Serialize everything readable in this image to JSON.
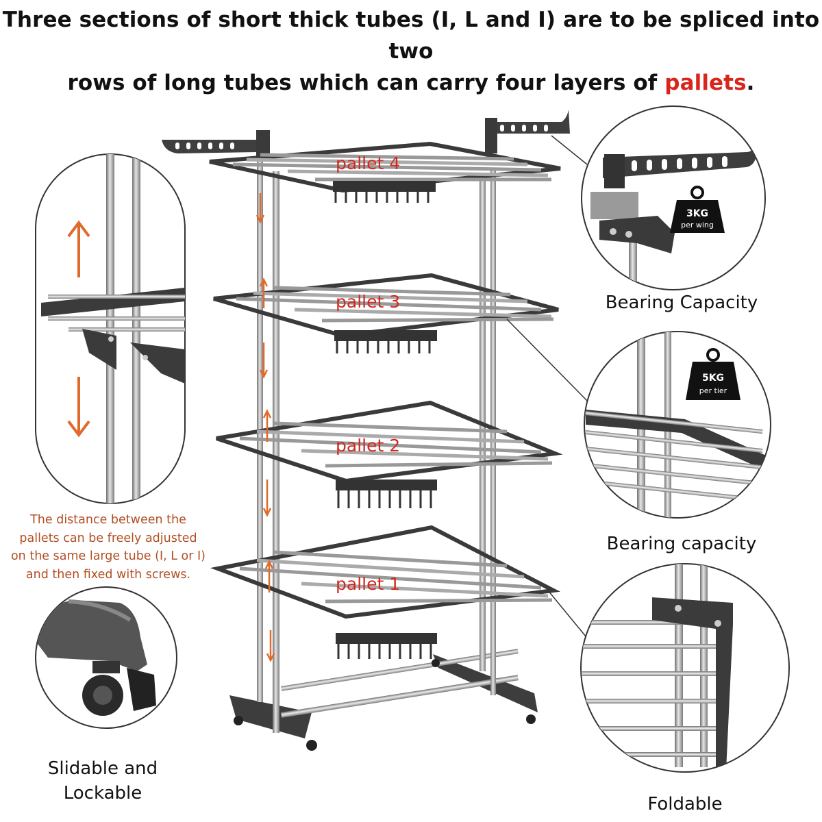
{
  "headline": {
    "part1": "Three sections of short thick tubes (I, L and I) are to be spliced into two",
    "part2": "rows of long tubes which can carry four layers of ",
    "highlight": "pallets",
    "end": "."
  },
  "pallets": [
    "pallet 4",
    "pallet 3",
    "pallet 2",
    "pallet 1"
  ],
  "callouts": {
    "wing": {
      "weight": "3KG",
      "unit": "per wing",
      "caption": "Bearing Capacity"
    },
    "tier": {
      "weight": "5KG",
      "unit": "per tier",
      "caption": "Bearing capacity"
    },
    "foldable": {
      "caption": "Foldable"
    },
    "wheel": {
      "caption_line1": "Slidable and",
      "caption_line2": "Lockable"
    }
  },
  "note": {
    "line1": "The distance between the",
    "line2": "pallets can be freely adjusted",
    "line3": "on the same large tube (I, L or I)",
    "line4": " and then fixed with screws."
  },
  "colors": {
    "accent": "#d8261d",
    "note": "#b24f23",
    "arrow": "#e06a2c",
    "frame": "#3a3a3a",
    "steel": "#a8a8a8"
  }
}
